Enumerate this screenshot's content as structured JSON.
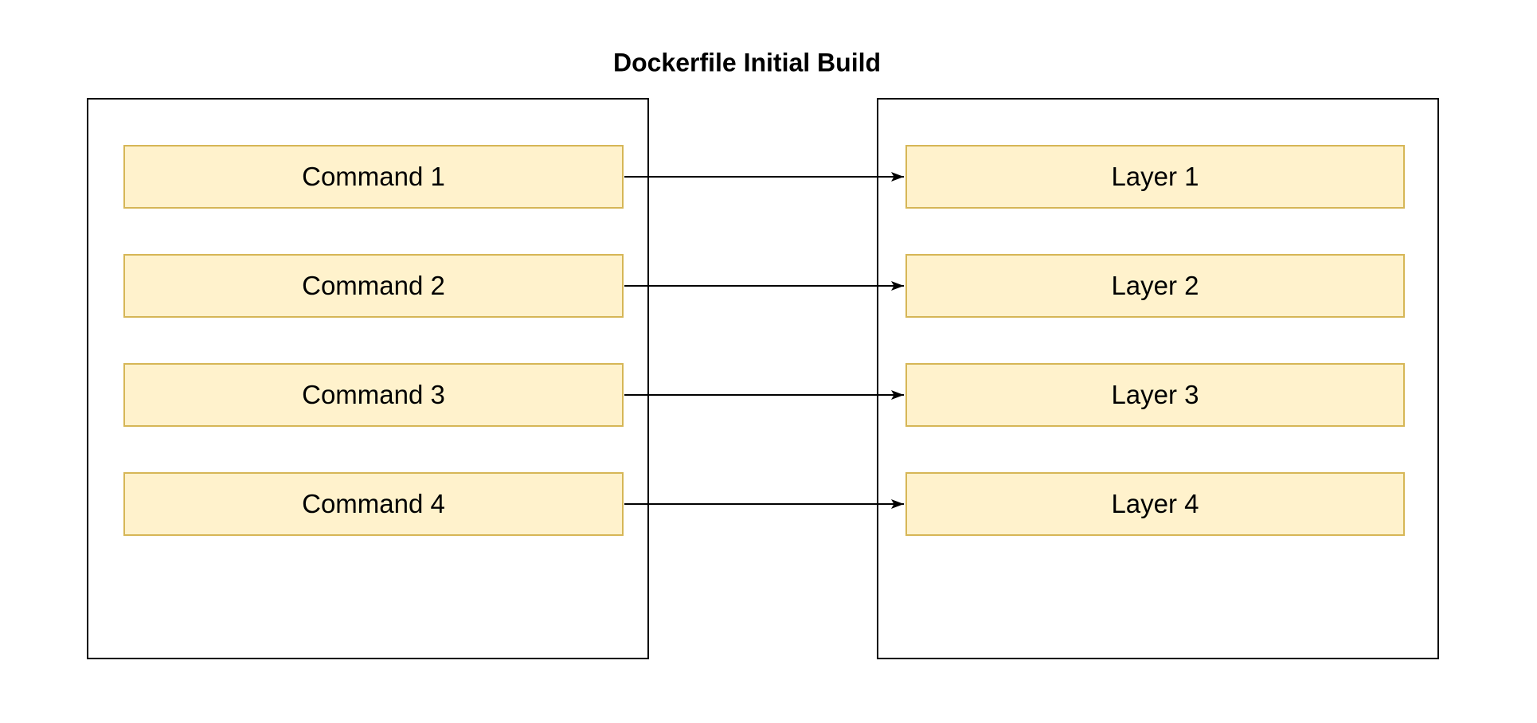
{
  "title": "Dockerfile Initial Build",
  "left_container": {
    "items": [
      "Command 1",
      "Command 2",
      "Command 3",
      "Command 4"
    ]
  },
  "right_container": {
    "items": [
      "Layer 1",
      "Layer 2",
      "Layer 3",
      "Layer 4"
    ]
  },
  "connections": [
    {
      "from": "Command 1",
      "to": "Layer 1"
    },
    {
      "from": "Command 2",
      "to": "Layer 2"
    },
    {
      "from": "Command 3",
      "to": "Layer 3"
    },
    {
      "from": "Command 4",
      "to": "Layer 4"
    }
  ],
  "colors": {
    "background": "#FFFFFF",
    "node_fill": "#FFF2CC",
    "node_border": "#D6B656",
    "container_border": "#000000",
    "arrow": "#000000",
    "text": "#000000"
  }
}
